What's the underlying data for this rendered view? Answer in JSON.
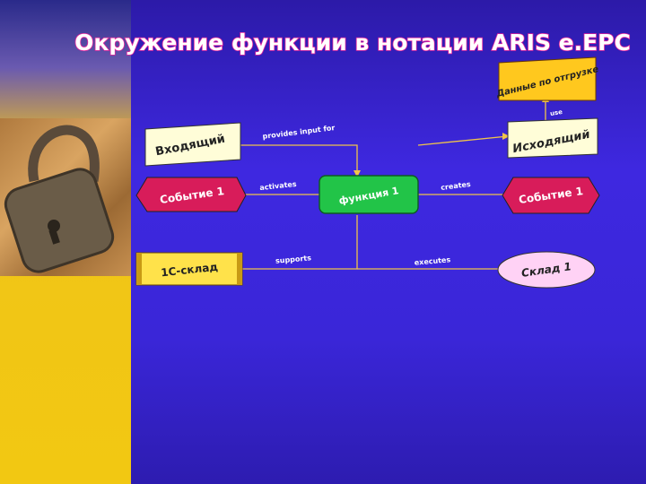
{
  "title": "Окружение функции в нотации ARIS e.EPC",
  "nodes": {
    "input_data": "Входящий",
    "output_data": "Исходящий",
    "shipping_data": "Данные по отгрузке",
    "event_in": "Событие 1",
    "event_out": "Событие 1",
    "function": "функция 1",
    "system": "1С-склад",
    "warehouse": "Склад 1"
  },
  "edges": {
    "provides_input": "provides input for",
    "activates": "activates",
    "creates": "creates",
    "supports": "supports",
    "executes": "executes",
    "use": "use"
  },
  "colors": {
    "background": "#3a26d8",
    "node_fill": "#fffdd8",
    "event_fill": "#d81c5a",
    "function_fill": "#22c448",
    "system_fill": "#ffe24a",
    "shipping_fill": "#ffc81e",
    "org_fill": "#ffd2f5",
    "line": "#f0c44a",
    "title_fill": "#ffffff",
    "title_stroke": "#e6229c"
  }
}
